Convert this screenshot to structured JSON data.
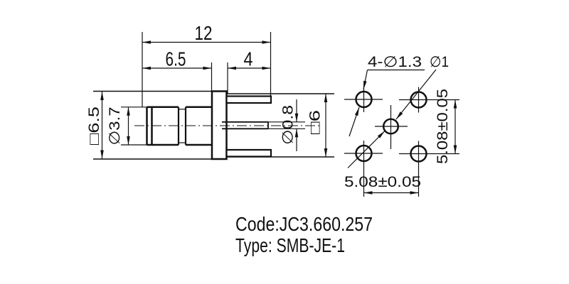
{
  "meta": {
    "background_color": "#ffffff",
    "ink_color": "#111111",
    "drawing_kind": "connector technical drawing"
  },
  "side_view": {
    "dim_overall_length": "12",
    "dim_body_length": "6.5",
    "dim_pin_length": "4",
    "dim_body_square": "□6.5",
    "dim_barrel_diameter": "∅3.7",
    "dim_center_pin_diameter": "∅0.8",
    "dim_flange_square": "□6"
  },
  "footprint_view": {
    "label_corner_holes": "4-∅1.3",
    "label_center_hole": "∅1",
    "dim_vertical_pitch": "5.08±0.05",
    "dim_horizontal_pitch": "5.08±0.05"
  },
  "title_block": {
    "code_line": "Code:JC3.660.257",
    "type_line": "Type: SMB-JE-1"
  }
}
